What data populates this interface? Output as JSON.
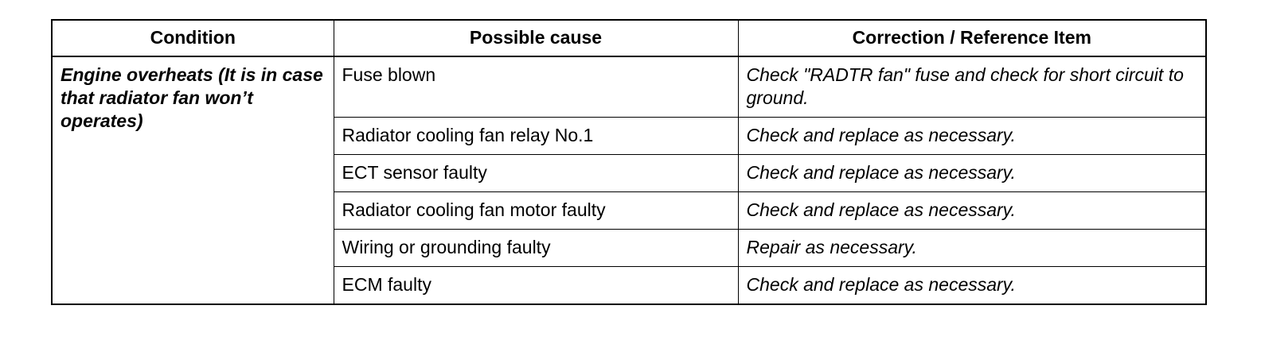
{
  "table": {
    "headers": {
      "condition": "Condition",
      "cause": "Possible cause",
      "correction": "Correction / Reference Item"
    },
    "condition": "Engine overheats (It is in case that radiator fan won’t operates)",
    "rows": [
      {
        "cause": "Fuse blown",
        "correction": "Check \"RADTR fan\" fuse and check for short circuit to ground."
      },
      {
        "cause": "Radiator cooling fan relay No.1",
        "correction": "Check and replace as necessary."
      },
      {
        "cause": "ECT sensor faulty",
        "correction": "Check and replace as necessary."
      },
      {
        "cause": "Radiator cooling fan motor faulty",
        "correction": "Check and replace as necessary."
      },
      {
        "cause": "Wiring or grounding faulty",
        "correction": "Repair as necessary."
      },
      {
        "cause": "ECM faulty",
        "correction": "Check and replace as necessary."
      }
    ]
  }
}
